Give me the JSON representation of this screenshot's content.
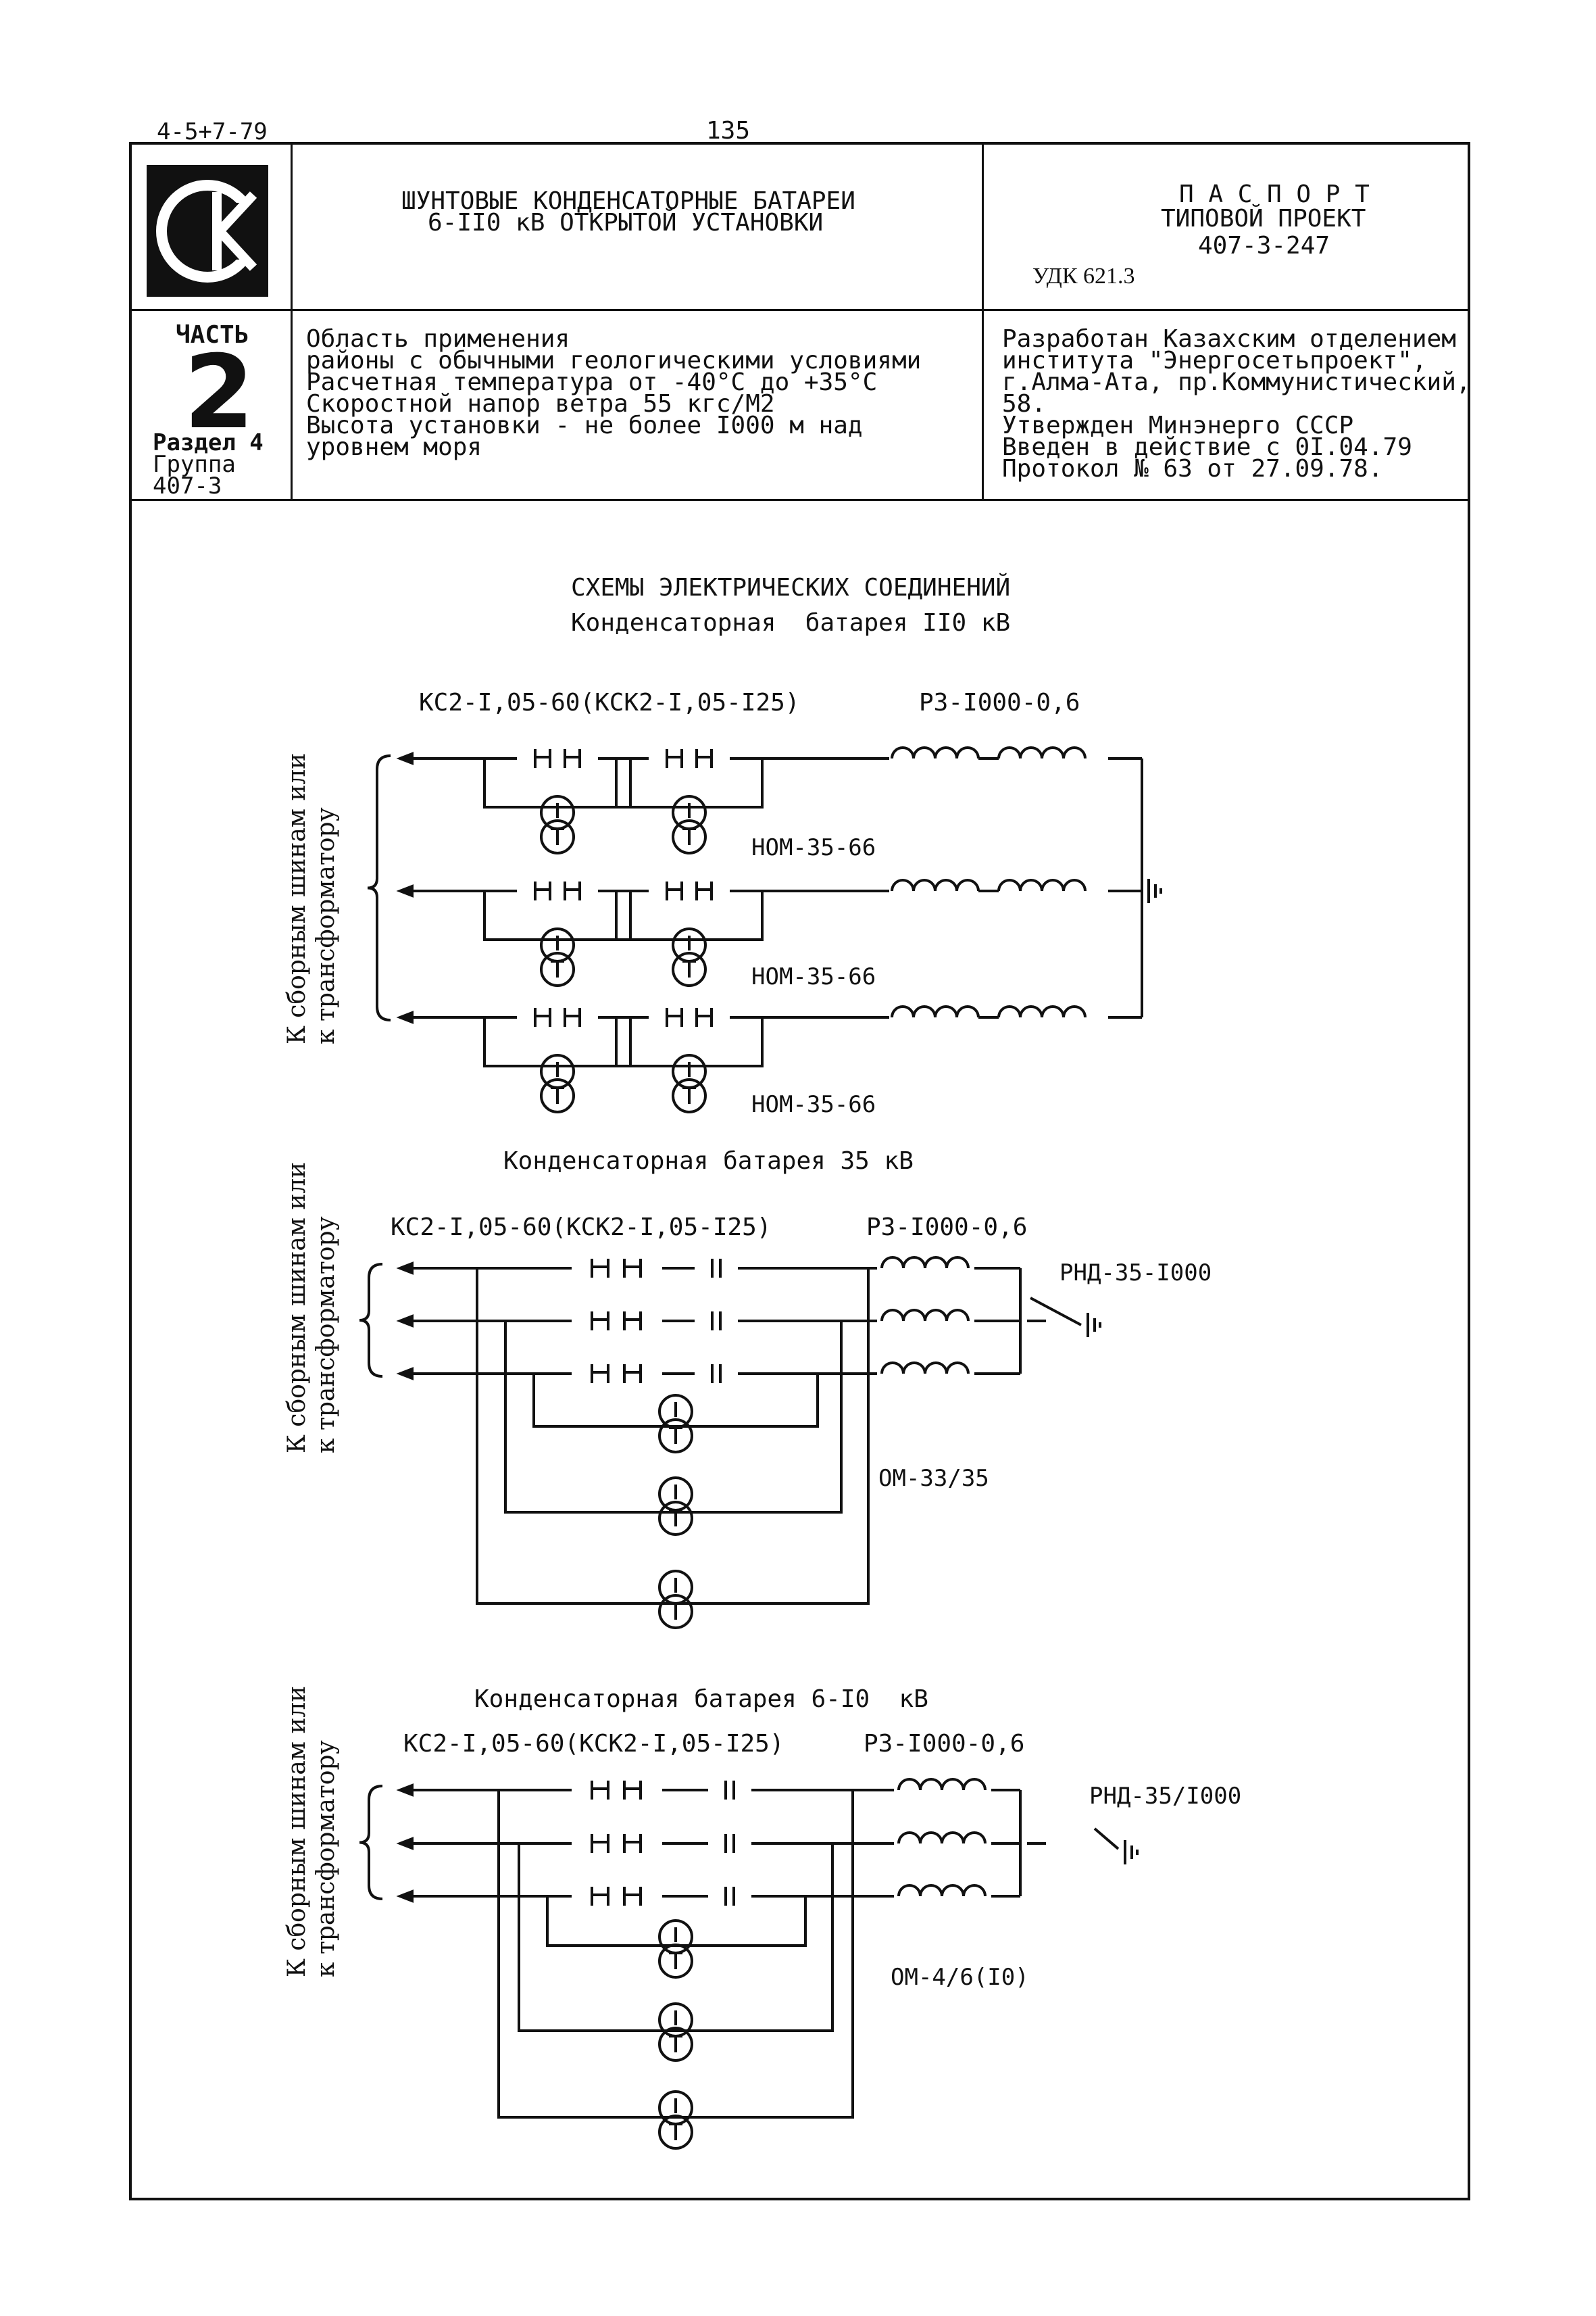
{
  "header": {
    "doc_code": "4-5+7-79",
    "page_number": "135"
  },
  "title_block": {
    "logo_letters": "СК",
    "title_line1": "ШУНТОВЫЕ КОНДЕНСАТОРНЫЕ БАТАРЕИ",
    "title_line2": "6-II0 кВ ОТКРЫТОЙ УСТАНОВКИ",
    "passport": "П А С П О Р Т",
    "project_type": "ТИПОВОЙ ПРОЕКТ",
    "project_number": "407-3-247",
    "udk": "УДК 621.3"
  },
  "info_block": {
    "part_label": "ЧАСТЬ",
    "part_number": "2",
    "section": "Раздел 4",
    "group": "Группа",
    "group_number": "407-3",
    "scope_lines": [
      "Область применения",
      "районы с обычными геологическими условиями",
      "Расчетная температура от -40°С до +35°С",
      "Скоростной напор ветра 55 кгс/М2",
      "Высота установки - не более I000 м над",
      "уровнем моря"
    ],
    "developer_lines": [
      "Разработан Казахским отделением",
      "института \"Энергосетьпроект\",",
      "г.Алма-Ата, пр.Коммунистический,",
      "58.",
      "Утвержден Минэнерго СССР",
      "Введен в действие с 0I.04.79",
      "Протокол № 63 от 27.09.78."
    ]
  },
  "schemes": {
    "heading": "СХЕМЫ ЭЛЕКТРИЧЕСКИХ СОЕДИНЕНИЙ",
    "side_label_line1": "К сборным шинам или",
    "side_label_line2": "к трансформатору",
    "battery_110": {
      "title": "Конденсаторная  батарея II0 кВ",
      "capacitor": "КС2-I,05-60(КСК2-I,05-I25)",
      "reactor": "РЗ-I000-0,6",
      "transformer_labels": [
        "НОМ-35-66",
        "НОМ-35-66",
        "НОМ-35-66"
      ]
    },
    "battery_35": {
      "title": "Конденсаторная батарея 35 кВ",
      "capacitor": "КС2-I,05-60(КСК2-I,05-I25)",
      "reactor": "РЗ-I000-0,6",
      "disconnector": "РНД-35-I000",
      "transformer": "ОМ-33/35"
    },
    "battery_6_10": {
      "title": "Конденсаторная батарея 6-I0  кВ",
      "capacitor": "КС2-I,05-60(КСК2-I,05-I25)",
      "reactor": "РЗ-I000-0,6",
      "disconnector": "РНД-35/I000",
      "transformer": "ОМ-4/6(I0)"
    }
  }
}
